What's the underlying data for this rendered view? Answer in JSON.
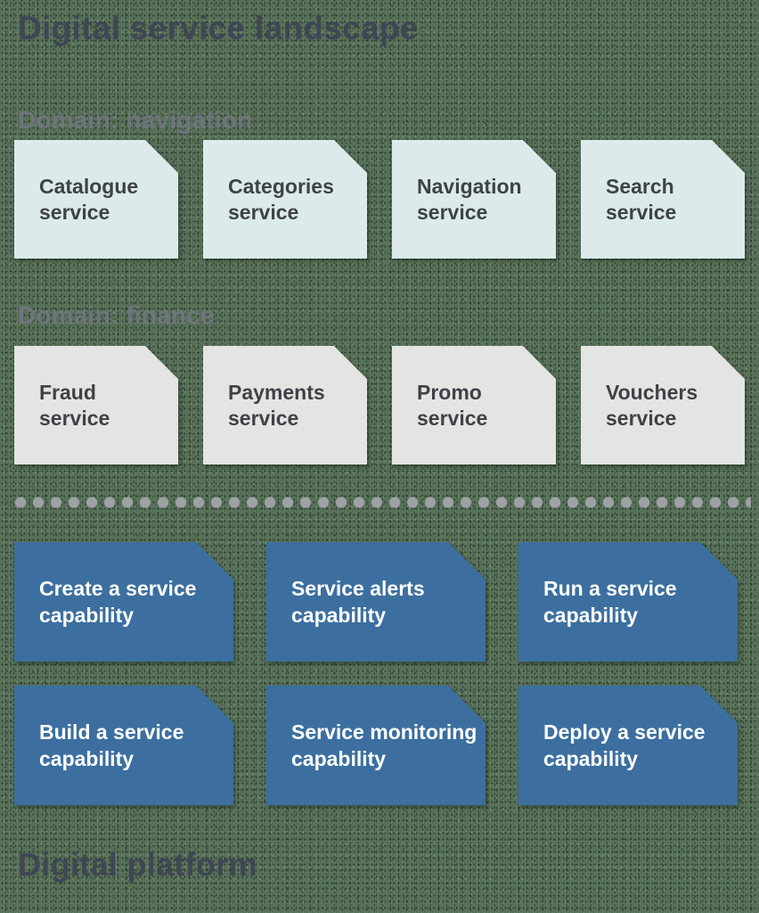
{
  "header": {
    "title": "Digital service landscape"
  },
  "footer": {
    "title": "Digital platform"
  },
  "colors": {
    "background_green": "#5f7960",
    "heading_dark": "#3f4654",
    "heading_gray": "#6e747c",
    "card_teal": "#dcebea",
    "card_gray": "#e4e4e3",
    "card_blue": "#3c6f9f",
    "card_text_dark": "#3e4247",
    "card_text_light": "#ffffff",
    "dot_gray": "#9ea2a3"
  },
  "domains": [
    {
      "label": "Domain: navigation",
      "services": [
        {
          "line1": "Catalogue",
          "line2": "service"
        },
        {
          "line1": "Categories",
          "line2": "service"
        },
        {
          "line1": "Navigation",
          "line2": "service"
        },
        {
          "line1": "Search",
          "line2": "service"
        }
      ]
    },
    {
      "label": "Domain: finance",
      "services": [
        {
          "line1": "Fraud",
          "line2": "service"
        },
        {
          "line1": "Payments",
          "line2": "service"
        },
        {
          "line1": "Promo",
          "line2": "service"
        },
        {
          "line1": "Vouchers",
          "line2": "service"
        }
      ]
    }
  ],
  "platform": {
    "capabilities": [
      [
        {
          "line1": "Create a service",
          "line2": "capability"
        },
        {
          "line1": "Service alerts",
          "line2": "capability"
        },
        {
          "line1": "Run a service",
          "line2": "capability"
        }
      ],
      [
        {
          "line1": "Build a service",
          "line2": "capability"
        },
        {
          "line1": "Service monitoring",
          "line2": "capability"
        },
        {
          "line1": "Deploy a service",
          "line2": "capability"
        }
      ]
    ]
  },
  "separator": {
    "type": "dotted-line"
  }
}
